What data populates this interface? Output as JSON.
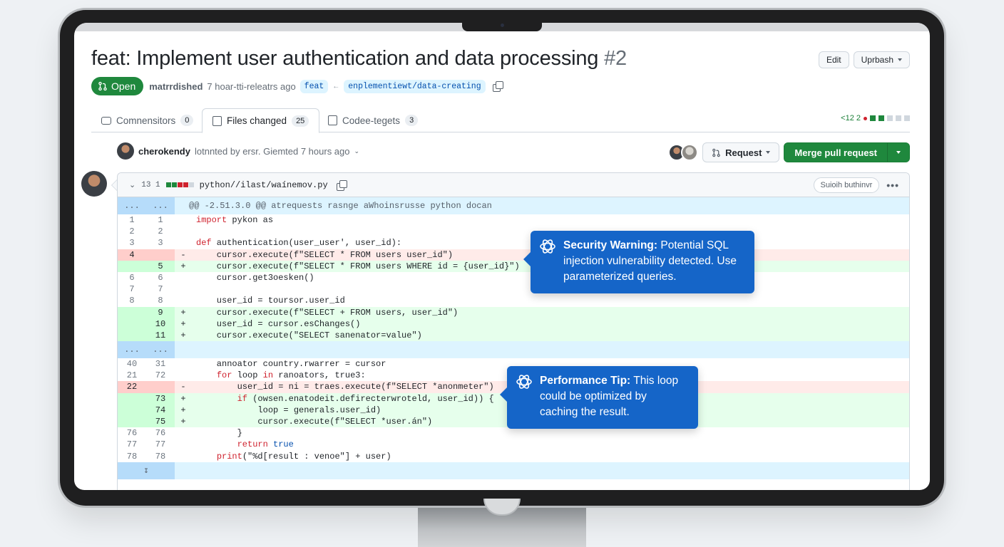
{
  "pr": {
    "title": "feat: Implement user authentication and data processing",
    "number": "#2",
    "state": "Open",
    "author": "matrrdished",
    "meta_text": "7 hoar-tti-releatrs ago",
    "base_branch": "feat",
    "head_branch": "enplementiewt/data-creating",
    "edit_label": "Edit",
    "dropdown_label": "Uprbash"
  },
  "tabs": [
    {
      "label": "Comnensitors",
      "count": "0"
    },
    {
      "label": "Files changed",
      "count": "25"
    },
    {
      "label": "Codee-tegets",
      "count": "3"
    }
  ],
  "diffstat": {
    "text": "<12 2"
  },
  "review": {
    "reviewer": "cherokendy",
    "text": "lotnnted by ersr. Giemted 7 hours ago",
    "request_label": "Request",
    "merge_label": "Merge pull request"
  },
  "file": {
    "count": "13 1",
    "name": "python//ilast/waínemov.py",
    "action_label": "Suioih buthinvr",
    "more": "•••"
  },
  "hunks": [
    {
      "text": "@@ -2.51.3.0 @@ atrequests rasnge aWhoinsrusse python docan"
    }
  ],
  "lines": [
    {
      "type": "ctx",
      "old": "1",
      "new": "1",
      "sign": "",
      "code": "import pykon as"
    },
    {
      "type": "ctx",
      "old": "2",
      "new": "2",
      "sign": "",
      "code": ""
    },
    {
      "type": "ctx",
      "old": "3",
      "new": "3",
      "sign": "",
      "code": "def authentication(user_user', user_id):"
    },
    {
      "type": "del",
      "old": "4",
      "new": "",
      "sign": "-",
      "code": "    cursor.execute(f\"SELECT * FROM users user_id\")"
    },
    {
      "type": "add",
      "old": "",
      "new": "5",
      "sign": "+",
      "code": "    cursor.execute(f\"SELECT * FROM users WHERE id = {user_id}\")"
    },
    {
      "type": "ctx",
      "old": "6",
      "new": "6",
      "sign": "",
      "code": "    cursor.get3oesken()"
    },
    {
      "type": "ctx",
      "old": "7",
      "new": "7",
      "sign": "",
      "code": ""
    },
    {
      "type": "ctx",
      "old": "8",
      "new": "8",
      "sign": "",
      "code": "    user_id = toursor.user_id"
    },
    {
      "type": "add",
      "old": "",
      "new": "9",
      "sign": "+",
      "code": "    cursor.execute(f\"SELECT + FROM users, user_id\")"
    },
    {
      "type": "add",
      "old": "",
      "new": "10",
      "sign": "+",
      "code": "    user_id = cursor.esChanges()"
    },
    {
      "type": "add",
      "old": "",
      "new": "11",
      "sign": "+",
      "code": "    cursor.execute(\"SELECT sanenator=value\")"
    },
    {
      "type": "hunk",
      "old": "...",
      "new": "...",
      "sign": "",
      "code": ""
    },
    {
      "type": "ctx",
      "old": "40",
      "new": "31",
      "sign": "",
      "code": "    annoator country.rwarrer = cursor"
    },
    {
      "type": "ctx",
      "old": "21",
      "new": "72",
      "sign": "",
      "code": "    for loop in ranoators, true3:"
    },
    {
      "type": "del",
      "old": "22",
      "new": "",
      "sign": "-",
      "code": "        user_id = ni = traes.execute(f\"SELECT *anonmeter\")"
    },
    {
      "type": "add",
      "old": "",
      "new": "73",
      "sign": "+",
      "code": "        if (owsen.enatodeit.defirecterwroteld, user_id)) {"
    },
    {
      "type": "add",
      "old": "",
      "new": "74",
      "sign": "+",
      "code": "            loop = generals.user_id)"
    },
    {
      "type": "add",
      "old": "",
      "new": "75",
      "sign": "+",
      "code": "            cursor.execute(f\"SELECT *user.án\")"
    },
    {
      "type": "ctx",
      "old": "76",
      "new": "76",
      "sign": "",
      "code": "        }"
    },
    {
      "type": "ctx",
      "old": "77",
      "new": "77",
      "sign": "",
      "code": "        return true"
    },
    {
      "type": "ctx",
      "old": "78",
      "new": "78",
      "sign": "",
      "code": "    print(\"%d[result : venoe\"] + user)"
    }
  ],
  "callouts": [
    {
      "title": "Security Warning:",
      "body": "Potential SQL injection vulnerability detected. Use parameterized queries."
    },
    {
      "title": "Performance Tip:",
      "body": "This loop could be optimized by caching the result."
    }
  ],
  "colors": {
    "open_green": "#1f883d",
    "callout_blue": "#1565c8",
    "del_bg": "#ffebe9",
    "add_bg": "#e6ffec",
    "hunk_bg": "#ddf4ff"
  }
}
